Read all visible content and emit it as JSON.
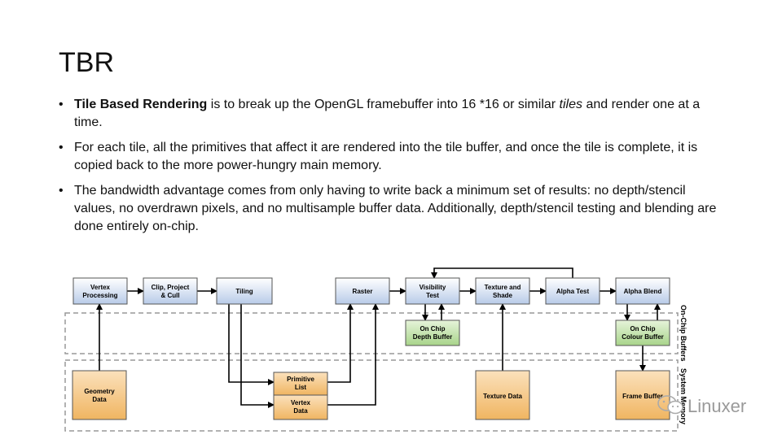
{
  "slide": {
    "title": "TBR",
    "bullets": [
      {
        "bold": "Tile Based Rendering",
        "text_a": " is to  break up the OpenGL framebuffer into 16 *16 or similar ",
        "italic": "tiles",
        "text_b": " and render one at a time."
      },
      {
        "text": "For each tile, all the primitives that affect it are rendered into the tile buffer, and once the tile is complete, it is copied back to the more power-hungry main memory."
      },
      {
        "text": "The bandwidth advantage comes from only having to write back a minimum set of results: no depth/stencil values, no overdrawn pixels, and no multisample buffer data. Additionally, depth/stencil testing and blending are done entirely on-chip."
      }
    ]
  },
  "diagram": {
    "pipeline": {
      "vertex": [
        "Vertex",
        "Processing"
      ],
      "clip": [
        "Clip, Project",
        "& Cull"
      ],
      "tiling": [
        "Tiling"
      ],
      "raster": [
        "Raster"
      ],
      "visibility": [
        "Visibility",
        "Test"
      ],
      "texture_shade": [
        "Texture and",
        "Shade"
      ],
      "alpha_test": [
        "Alpha Test"
      ],
      "alpha_blend": [
        "Alpha Blend"
      ]
    },
    "onchip": {
      "depth": [
        "On Chip",
        "Depth Buffer"
      ],
      "colour": [
        "On Chip",
        "Colour Buffer"
      ]
    },
    "memory": {
      "geometry": [
        "Geometry",
        "Data"
      ],
      "primitive": [
        "Primitive",
        "List"
      ],
      "vertex_data": [
        "Vertex",
        "Data"
      ],
      "texture": [
        "Texture Data"
      ],
      "frame": [
        "Frame Buffer"
      ]
    },
    "regions": {
      "onchip_label": "On-Chip Buffers",
      "memory_label": "System Memory"
    },
    "colors": {
      "pipeline_fill": "#c9d7ee",
      "onchip_fill": "#bfe0a6",
      "memory_fill": "#f4c27f"
    }
  },
  "watermark": {
    "text": "Linuxer",
    "icon": "wechat-icon"
  }
}
